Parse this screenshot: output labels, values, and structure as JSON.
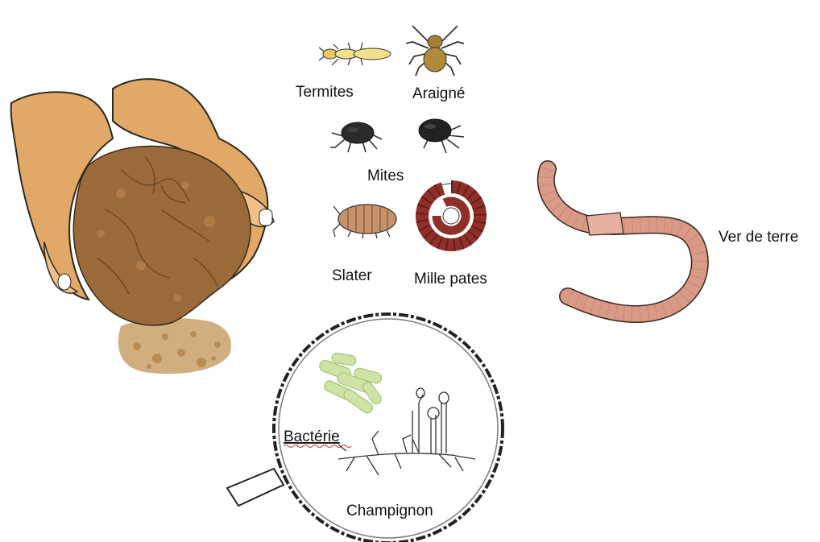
{
  "labels": {
    "termites": "Termites",
    "araigne": "Araigné",
    "mites": "Mites",
    "slater": "Slater",
    "mille_pates": "Mille pates",
    "ver_de_terre": "Ver de terre",
    "bacterie": "Bactérie",
    "champignon": "Champignon"
  },
  "colors": {
    "soil": "#9a6a3a",
    "hands": "#e2a868",
    "termite": "#f3e08a",
    "spider": "#b08a3c",
    "mite": "#2b2b2b",
    "slater": "#c7916a",
    "millipede": "#8f2f2a",
    "worm": "#d99a86",
    "bacteria": "#cfe3a6",
    "lens_rim": "#222222"
  },
  "icons": [
    "hands-holding-soil-icon",
    "termite-icon",
    "spider-icon",
    "mite-icon",
    "slater-icon",
    "millipede-icon",
    "earthworm-icon",
    "magnifying-glass-icon",
    "bacteria-icon",
    "fungus-icon"
  ]
}
